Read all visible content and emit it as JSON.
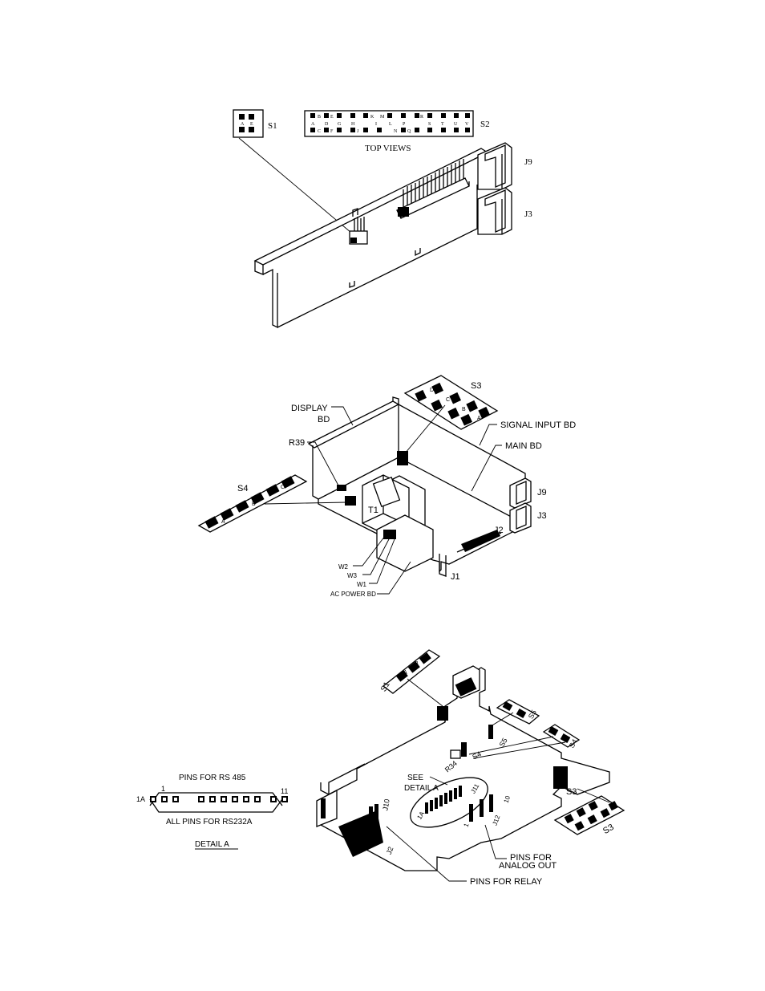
{
  "fig1": {
    "s1_label": "S1",
    "s1_pin_letters": [
      "A",
      "E"
    ],
    "s2_label": "S2",
    "s2_row_top": [
      "B",
      "E",
      "K",
      "M",
      "R"
    ],
    "s2_row_mid": [
      "A",
      "D",
      "G",
      "H",
      "I",
      "L",
      "P",
      "S",
      "T",
      "U",
      "V"
    ],
    "s2_row_bot": [
      "C",
      "F",
      "J",
      "N",
      "Q"
    ],
    "top_views": "TOP VIEWS",
    "j9": "J9",
    "j3": "J3"
  },
  "fig2": {
    "s3": "S3",
    "s3_keys": [
      "D",
      "C",
      "B",
      "A"
    ],
    "display_bd": [
      "DISPLAY",
      "BD"
    ],
    "signal_input_bd": "SIGNAL INPUT BD",
    "main_bd": "MAIN BD",
    "r39": "R39",
    "s4": "S4",
    "s4_keys": [
      "A",
      "B",
      "C"
    ],
    "t1": "T1",
    "j9": "J9",
    "j3": "J3",
    "j2": "J2",
    "j1": "J1",
    "w2": "W2",
    "w3": "W3",
    "w1": "W1",
    "ac_power_bd": "AC POWER BD"
  },
  "fig3": {
    "s1": "S1",
    "s1_keys": [
      "A",
      "B"
    ],
    "s5": "S5",
    "s4": "S4",
    "s3": "S3",
    "r34": "R34",
    "see_detail": [
      "SEE",
      "DETAIL  A"
    ],
    "j10": "J10",
    "j11": "J11",
    "j12": "J12",
    "j2": "J2",
    "pin_1a": "1A",
    "pin_1": "1",
    "pin_10": "10",
    "pins_analog": [
      "PINS FOR",
      "ANALOG OUT"
    ],
    "pins_relay": "PINS FOR RELAY"
  },
  "detail_a": {
    "pins_rs485": "PINS FOR RS 485",
    "pin_1": "1",
    "pin_1a": "1A",
    "pin_11": "11",
    "all_pins_rs232": "ALL PINS FOR RS232A",
    "title": "DETAIL  A"
  }
}
